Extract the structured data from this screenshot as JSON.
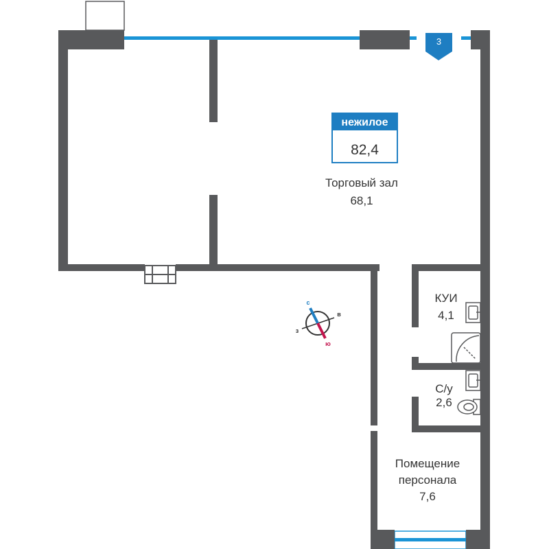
{
  "colors": {
    "wall": "#58595b",
    "window": "#1a94d6",
    "accent": "#1e7ec2",
    "compass_south": "#c3144d",
    "compass_north": "#1e7ec2"
  },
  "floor_marker": {
    "number": "3"
  },
  "badge": {
    "title": "нежилое",
    "total_area": "82,4"
  },
  "rooms": {
    "sales_hall": {
      "name": "Торговый зал",
      "area": "68,1"
    },
    "kui": {
      "name": "КУИ",
      "area": "4,1"
    },
    "wc": {
      "name": "С/у",
      "area": "2,6"
    },
    "staff": {
      "name_line1": "Помещение",
      "name_line2": "персонала",
      "area": "7,6"
    }
  },
  "compass": {
    "north": "с",
    "south": "ю",
    "east": "в",
    "west": "з"
  },
  "icons": {
    "sink_kui": "sink-icon",
    "shower": "shower-tray-icon",
    "sink_wc": "sink-icon",
    "toilet": "toilet-icon"
  }
}
